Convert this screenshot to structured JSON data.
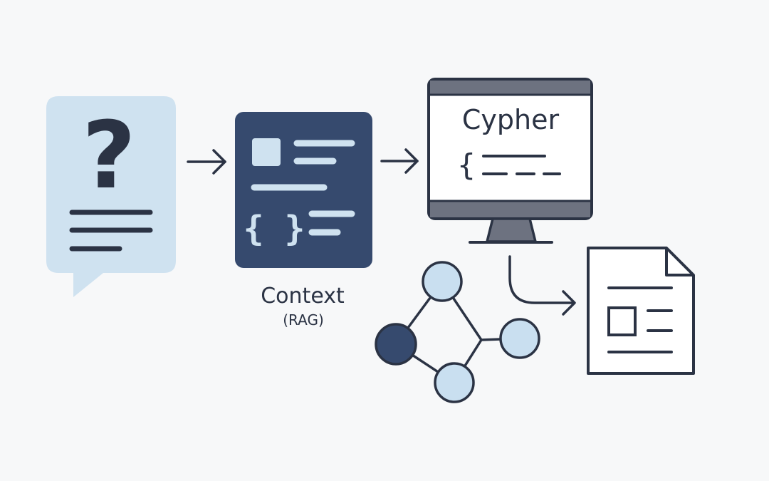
{
  "diagram": {
    "question_symbol": "?",
    "context_label": "Context",
    "context_sublabel": "(RAG)",
    "cypher_label": "Cypher",
    "cypher_brace": "{",
    "code_braces": "{ }"
  },
  "colors": {
    "background": "#f7f8f9",
    "question_bubble": "#cfe2f0",
    "context_card": "#364a6e",
    "context_light": "#cfe2f0",
    "outline": "#2b3344",
    "monitor_bar": "#6d7280",
    "node_light": "#c9dff0",
    "node_dark": "#364a6e"
  },
  "icons": [
    "question-icon",
    "arrow-right-icon",
    "context-document-icon",
    "code-braces-icon",
    "monitor-icon",
    "graph-icon",
    "result-document-icon"
  ]
}
